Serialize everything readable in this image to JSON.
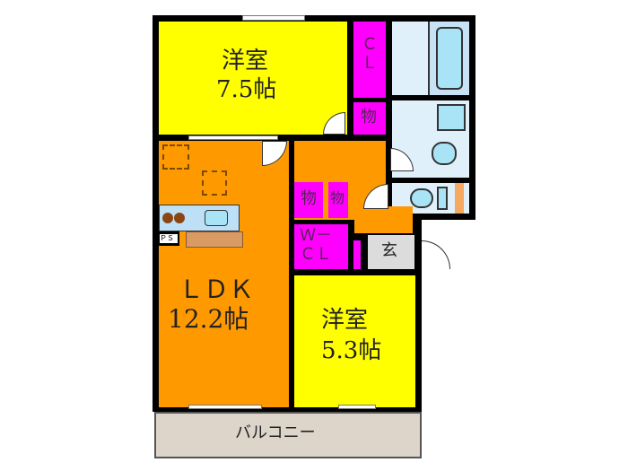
{
  "plan": {
    "rooms": {
      "western_room_1": {
        "name": "洋室",
        "size": "7.5帖",
        "color": "#ffff00"
      },
      "western_room_2": {
        "name": "洋室",
        "size": "5.3帖",
        "color": "#ffff00"
      },
      "ldk": {
        "name": "ＬＤＫ",
        "size": "12.2帖",
        "color": "#ff9900"
      },
      "closet_cl": {
        "label": "Ｃ\nＬ",
        "color": "#ff00ff"
      },
      "storage_1": {
        "label": "物",
        "color": "#ff00ff"
      },
      "storage_2": {
        "label": "物",
        "color": "#ff00ff"
      },
      "storage_3": {
        "label": "物",
        "color": "#ff00ff"
      },
      "walk_in_closet": {
        "label": "Ｗ－\nＣＬ",
        "color": "#ff00ff"
      },
      "entrance": {
        "label": "玄",
        "color": "#dcdcdc"
      },
      "balcony": {
        "label": "バルコニー",
        "color": "#ddd5ca"
      },
      "bath": {
        "color": "#dff0fb"
      },
      "washroom": {
        "color": "#dff0fb"
      },
      "toilet": {
        "color": "#dff0fb"
      },
      "hallway": {
        "color": "#ff9900"
      }
    },
    "fixtures": {
      "pipe_space": "ＰＳ"
    },
    "colors": {
      "wall": "#000000",
      "fixture_blue": "#a8e4f5",
      "counter": "#d99a64",
      "stove_burner": "#8b4513"
    }
  }
}
